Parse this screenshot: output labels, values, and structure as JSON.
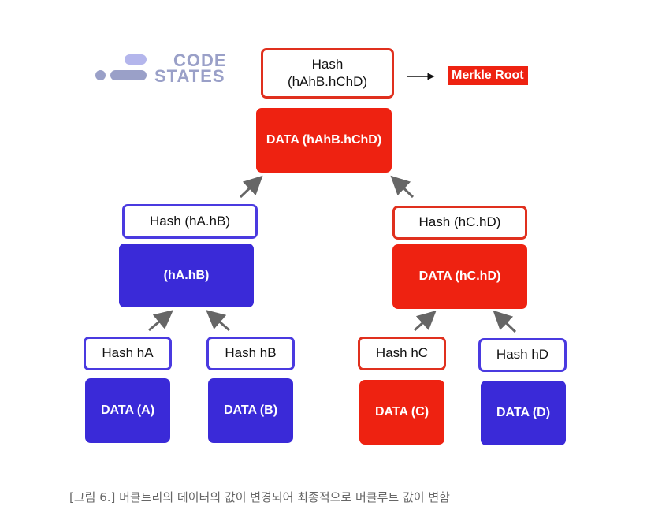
{
  "logo": {
    "line1": "CODE",
    "line2": "STATES"
  },
  "root": {
    "hash_line1": "Hash",
    "hash_line2": "(hAhB.hChD)",
    "data": "DATA (hAhB.hChD)"
  },
  "merkle_root_label": "Merkle Root",
  "left": {
    "hash": "Hash (hA.hB)",
    "data": "(hA.hB)"
  },
  "right": {
    "hash": "Hash (hC.hD)",
    "data": "DATA (hC.hD)"
  },
  "leaves": [
    {
      "hash": "Hash hA",
      "data": "DATA (A)"
    },
    {
      "hash": "Hash hB",
      "data": "DATA (B)"
    },
    {
      "hash": "Hash hC",
      "data": "DATA (C)"
    },
    {
      "hash": "Hash hD",
      "data": "DATA (D)"
    }
  ],
  "caption": "[그림 6.] 머클트리의 데이터의 값이 변경되어 최종적으로 머클루트 값이 변함",
  "colors": {
    "blue": "#3a2ad8",
    "red": "#ee2211",
    "arrow": "#666666"
  }
}
